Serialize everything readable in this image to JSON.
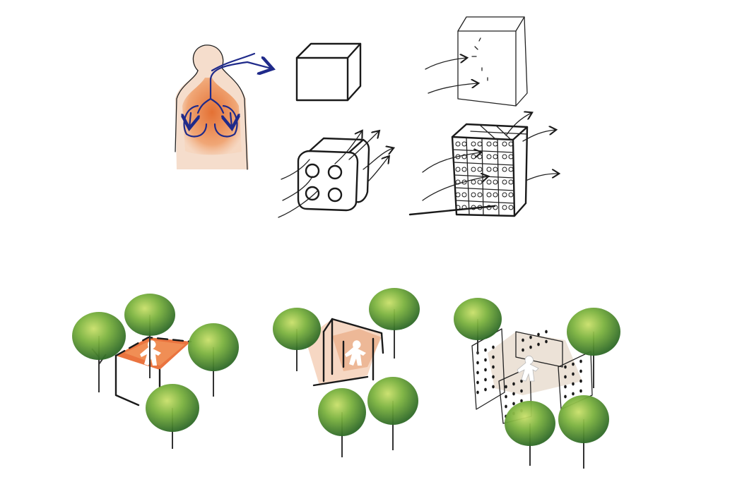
{
  "colors": {
    "background": "#ffffff",
    "ink": "#1a1a1a",
    "airflow_blue": "#1f2a8a",
    "terracotta": "#e2743f",
    "terracotta_light": "#f2b58f",
    "leaf_dark": "#3f7a2a",
    "leaf_mid": "#6ea83a",
    "leaf_light": "#b4d35a",
    "trunk": "#3a3a3a"
  },
  "concept_row": [
    {
      "id": "lungs",
      "icon": "lungs-breathing-icon"
    },
    {
      "id": "solid-cube",
      "icon": "solid-cube-icon"
    },
    {
      "id": "perforated-cube",
      "icon": "perforated-cube-icon"
    },
    {
      "id": "solid-block",
      "icon": "solid-block-airflow-blocked-icon"
    },
    {
      "id": "perforated-block",
      "icon": "perforated-block-airflow-through-icon"
    }
  ],
  "scene_row": [
    {
      "id": "open-plan",
      "icon": "open-courtyard-icon"
    },
    {
      "id": "walled-plan",
      "icon": "walled-courtyard-icon"
    },
    {
      "id": "perforated-plan",
      "icon": "perforated-wall-courtyard-icon"
    }
  ]
}
